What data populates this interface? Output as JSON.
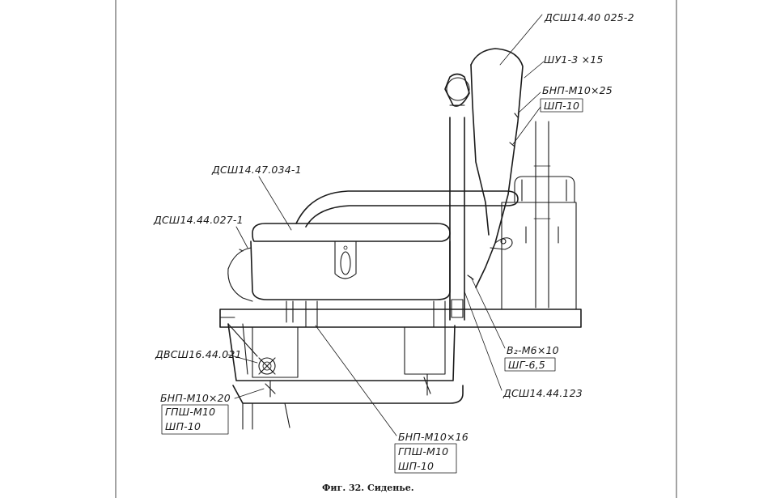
{
  "caption": "Фиг. 32. Сиденье.",
  "labels": {
    "backrest_part": "ДСШ14.40 025-2",
    "screw": "ШУ1-3 ×15",
    "back_bolt": "БНП-М10×25",
    "back_washer": "ШП-10",
    "cushion_part": "ДСШ14.47.034-1",
    "frame_part": "ДСШ14.44.027-1",
    "lower_frame_part": "ДВСШ16.44.021",
    "left_bolt": "БНП-М10×20",
    "left_nut": "ГПШ-М10",
    "left_washer": "ШП-10",
    "bottom_bolt": "БНП-М10×16",
    "bottom_nut": "ГПШ-М10",
    "bottom_washer": "ШП-10",
    "right_bolt": "В₂-М6×10",
    "right_washer": "ШГ-6,5",
    "bracket_part": "ДСШ14.44.123"
  }
}
